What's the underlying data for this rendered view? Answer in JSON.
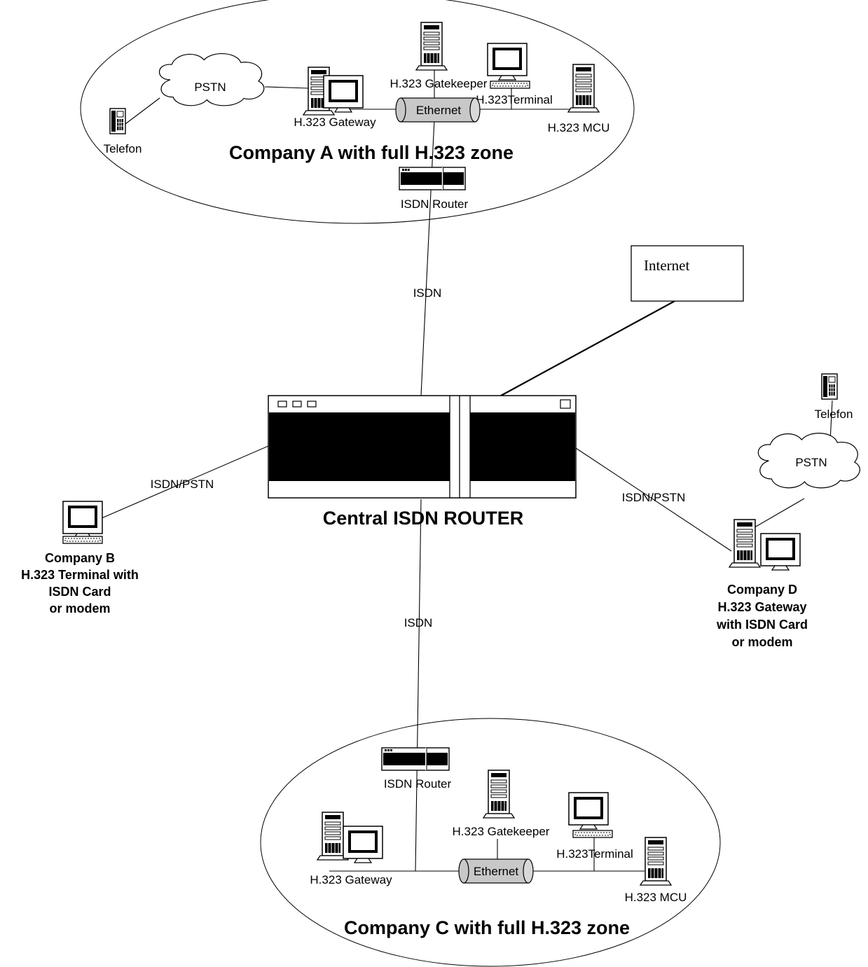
{
  "zones": {
    "a": {
      "title": "Company A with full H.323 zone",
      "pstn": "PSTN",
      "telefon": "Telefon",
      "gatekeeper": "H.323 Gatekeeper",
      "terminal": "H.323Terminal",
      "gateway": "H.323 Gateway",
      "ethernet": "Ethernet",
      "mcu": "H.323 MCU",
      "router": "ISDN Router"
    },
    "c": {
      "title": "Company C with full H.323 zone",
      "router": "ISDN Router",
      "gatekeeper": "H.323 Gatekeeper",
      "terminal": "H.323Terminal",
      "gateway": "H.323 Gateway",
      "ethernet": "Ethernet",
      "mcu": "H.323 MCU"
    }
  },
  "internet": {
    "label": "Internet"
  },
  "central": {
    "label": "Central ISDN ROUTER"
  },
  "links": {
    "a_to_central": "ISDN",
    "central_to_c": "ISDN",
    "b_link": "ISDN/PSTN",
    "d_link": "ISDN/PSTN"
  },
  "company_b": {
    "lines": [
      "Company B",
      "H.323 Terminal with",
      "ISDN Card",
      "or modem"
    ]
  },
  "company_d": {
    "pstn": "PSTN",
    "telefon": "Telefon",
    "lines": [
      "Company D",
      "H.323 Gateway",
      "with ISDN Card",
      "or modem"
    ]
  }
}
